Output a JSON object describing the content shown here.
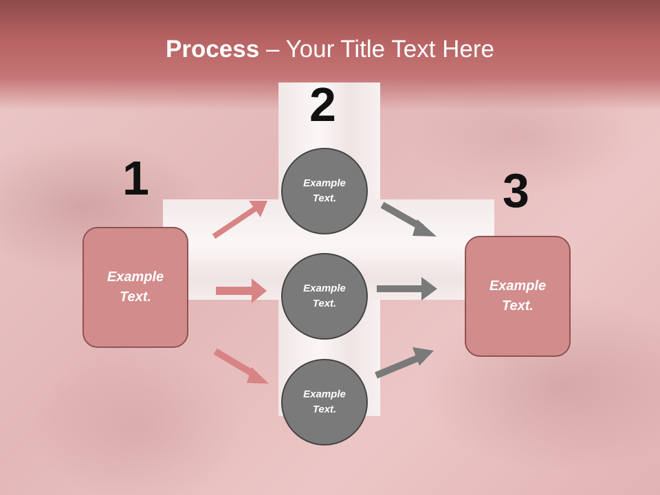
{
  "title": {
    "bold": "Process",
    "rest": " – Your Title Text Here"
  },
  "steps": [
    {
      "number": "1",
      "box_text": "Example Text."
    },
    {
      "number": "2",
      "circles": [
        "Example Text.",
        "Example Text.",
        "Example Text."
      ]
    },
    {
      "number": "3",
      "box_text": "Example Text."
    }
  ],
  "colors": {
    "box_fill": "#d28c8c",
    "circle_fill": "#7a7a7a",
    "pink_arrow": "#d98484",
    "gray_arrow": "#7a7a7a",
    "title_band": "#b76262"
  }
}
